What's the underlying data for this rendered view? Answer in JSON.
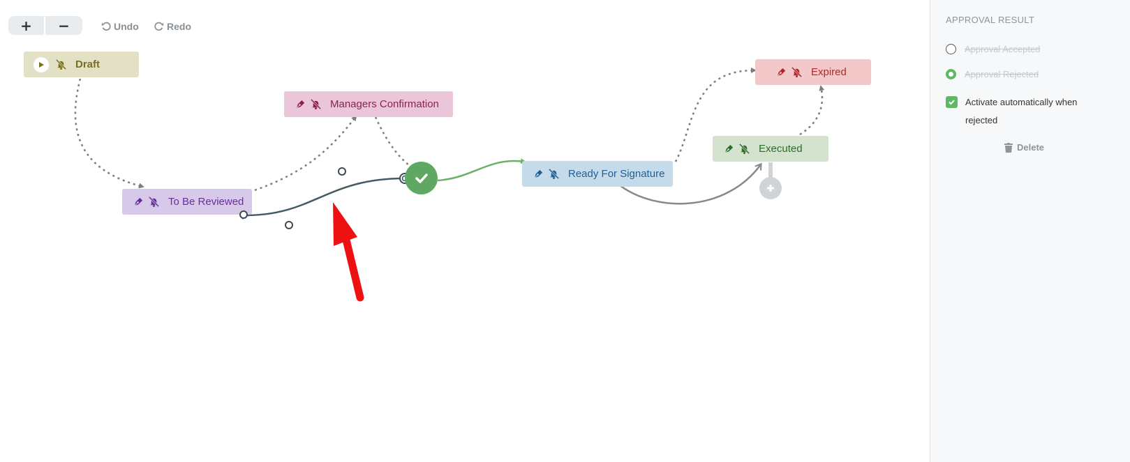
{
  "toolbar": {
    "zoom_in": "+",
    "zoom_out": "−",
    "undo_label": "Undo",
    "redo_label": "Redo"
  },
  "nodes": {
    "draft": {
      "label": "Draft",
      "color": "#7a6f1f",
      "bg": "#e2e1c6"
    },
    "to_be_reviewed": {
      "label": "To Be Reviewed",
      "color": "#6a2e9a",
      "bg": "#d7c9ea"
    },
    "managers_confirmation": {
      "label": "Managers Confirmation",
      "color": "#8e1f55",
      "bg": "#ebc6d8"
    },
    "ready_for_signature": {
      "label": "Ready For Signature",
      "color": "#1d5f96",
      "bg": "#c6dbea"
    },
    "executed": {
      "label": "Executed",
      "color": "#2f6b2a",
      "bg": "#d3e3cd"
    },
    "expired": {
      "label": "Expired",
      "color": "#b3262b",
      "bg": "#f2c8c8"
    }
  },
  "icons": {
    "start": "play-icon",
    "sign": "pen-icon",
    "notify": "bell-slash-icon",
    "hub": "check-icon",
    "add": "plus-icon",
    "delete": "trash-icon"
  },
  "colors": {
    "hub": "#5fa864",
    "approved_wire": "#6ab06c",
    "selected_wire": "#465a66",
    "dotted_wire": "#7d7d7d",
    "annotation_arrow": "#ee1111",
    "accent": "#5fb865"
  },
  "panel": {
    "title": "APPROVAL RESULT",
    "options": [
      {
        "label": "Approval Accepted",
        "selected": false,
        "disabled": true
      },
      {
        "label": "Approval Rejected",
        "selected": true,
        "disabled": true
      }
    ],
    "auto_activate": {
      "label": "Activate automatically when rejected",
      "checked": true
    },
    "delete_label": "Delete"
  }
}
